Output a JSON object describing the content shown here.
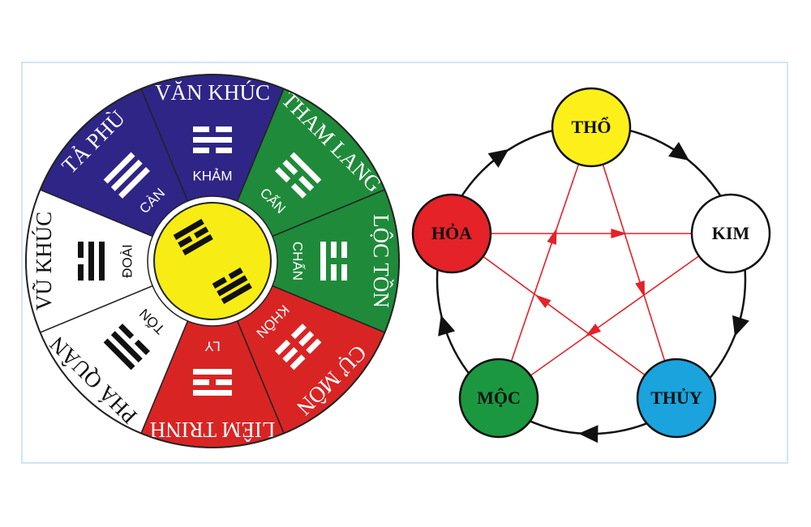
{
  "wheel": {
    "segments": [
      {
        "star": "VĂN KHÚC",
        "trigram": "KHẢM",
        "color": "#2e2586",
        "dark": false
      },
      {
        "star": "THAM LANG",
        "trigram": "CẤN",
        "color": "#1f8a3a",
        "dark": false
      },
      {
        "star": "LỘC TỒN",
        "trigram": "CHẤN",
        "color": "#1f8a3a",
        "dark": false
      },
      {
        "star": "CỰ MÔN",
        "trigram": "KHÔN",
        "color": "#d92424",
        "dark": false
      },
      {
        "star": "LIÊM TRINH",
        "trigram": "LY",
        "color": "#d92424",
        "dark": false
      },
      {
        "star": "PHÁ QUÂN",
        "trigram": "TỐN",
        "color": "#ffffff",
        "dark": true
      },
      {
        "star": "VŨ KHÚC",
        "trigram": "ĐOÀI",
        "color": "#ffffff",
        "dark": true
      },
      {
        "star": "TẢ PHÙ",
        "trigram": "CÀN",
        "color": "#2e2586",
        "dark": false
      }
    ],
    "center_color": "#f7ec13"
  },
  "elements": {
    "nodes": [
      {
        "label": "THỔ",
        "color": "#fcef1a",
        "text_color": "#111111"
      },
      {
        "label": "KIM",
        "color": "#ffffff",
        "text_color": "#111111"
      },
      {
        "label": "THỦY",
        "color": "#1aa3dc",
        "text_color": "#111111"
      },
      {
        "label": "MỘC",
        "color": "#1b9740",
        "text_color": "#111111"
      },
      {
        "label": "HỎA",
        "color": "#e42228",
        "text_color": "#111111"
      }
    ]
  }
}
